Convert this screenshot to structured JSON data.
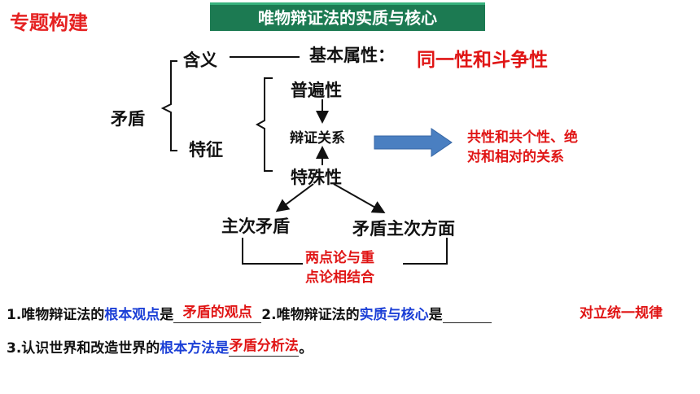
{
  "header": {
    "title": "专题构建",
    "box_title": "唯物辩证法的实质与核心"
  },
  "diagram": {
    "root": "矛盾",
    "meaning": "含义",
    "basic_attr": "基本属性：",
    "basic_attr_value": "同一性和斗争性",
    "feature": "特征",
    "universality": "普遍性",
    "dialectical": "辩证关系",
    "particularity": "特殊性",
    "arrow_note_line1": "共性和共个性、绝",
    "arrow_note_line2": "对和相对的关系",
    "main_secondary": "主次矛盾",
    "aspects": "矛盾主次方面",
    "combine_line1": "两点论与重",
    "combine_line2": "点论相结合"
  },
  "questions": [
    {
      "prefix": "1.唯物辩证法的",
      "key": "根本观点",
      "suffix": "是",
      "answer": "矛盾的观点"
    },
    {
      "prefix": "2.唯物辩证法的",
      "key": "实质与核心",
      "suffix": "是",
      "answer": "对立统一规律"
    },
    {
      "prefix": "3.认识世界和改造世界的",
      "key": "根本方法是",
      "suffix": "",
      "answer": "矛盾分析法",
      "end": "。"
    }
  ],
  "colors": {
    "accent_red": "#e01515",
    "accent_blue": "#1b3fd6",
    "title_bg": "#1c7a52",
    "arrow_blue": "#4a7fc1"
  }
}
